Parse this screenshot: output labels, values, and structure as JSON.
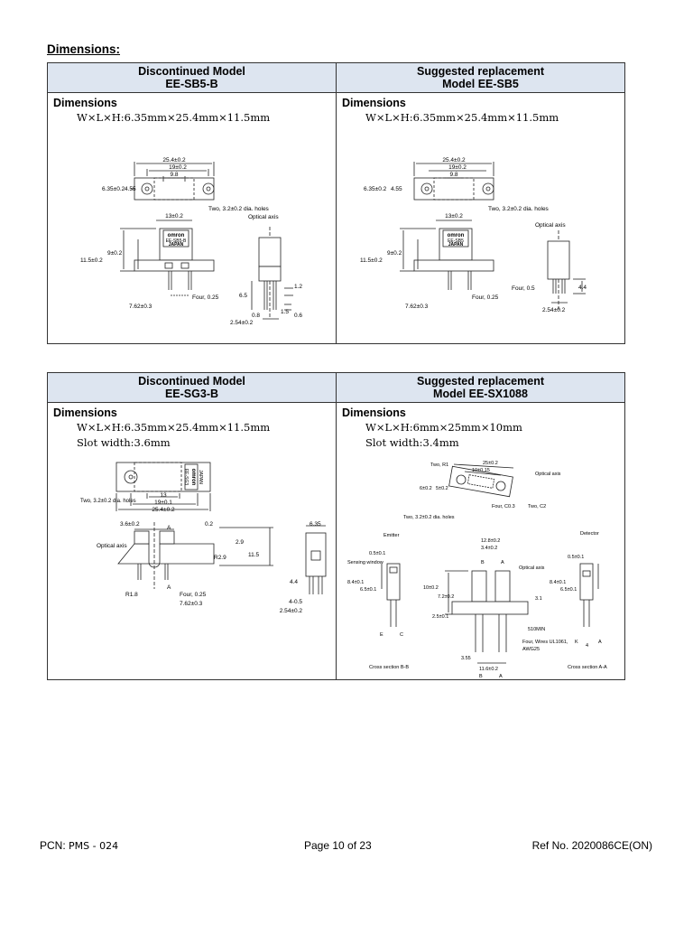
{
  "heading": "Dimensions:",
  "tables": [
    {
      "left_header": [
        "Discontinued Model",
        "EE-SB5-B"
      ],
      "right_header": [
        "Suggested replacement",
        "Model EE-SB5"
      ],
      "left_title": "Dimensions",
      "left_lines": [
        "W×L×H:6.35mm×25.4mm×11.5mm"
      ],
      "right_title": "Dimensions",
      "right_lines": [
        "W×L×H:6.35mm×25.4mm×11.5mm"
      ]
    },
    {
      "left_header": [
        "Discontinued Model",
        "EE-SG3-B"
      ],
      "right_header": [
        "Suggested replacement",
        "Model EE-SX1088"
      ],
      "left_title": "Dimensions",
      "left_lines": [
        "W×L×H:6.35mm×25.4mm×11.5mm",
        "Slot width:3.6mm"
      ],
      "right_title": "Dimensions",
      "right_lines": [
        "W×L×H:6mm×25mm×10mm",
        "Slot width:3.4mm"
      ]
    }
  ],
  "drawing_sb5": {
    "d_25_4": "25.4±0.2",
    "d_19": "19±0.2",
    "d_9_8": "9.8",
    "d_6_35": "6.35±0.2",
    "d_4_55": "4.55",
    "holes": "Two, 3.2±0.2 dia. holes",
    "d_13": "13±0.2",
    "optical_axis": "Optical axis",
    "d_9": "9±0.2",
    "d_11_5": "11.5±0.2",
    "brand": "omron",
    "model_b": "EE-SB5-B",
    "model": "EE-SB5",
    "japan": "JAPAN",
    "d_6_5": "6.5",
    "d_1_2": "1.2",
    "d_4_4": "4.4",
    "four": "Four, 0.25",
    "four_05": "Four, 0.5",
    "d_0_8": "0.8",
    "d_1_5": "1.5",
    "d_0_6": "0.6",
    "d_7_62": "7.62±0.3",
    "d_2_54": "2.54±0.2"
  },
  "drawing_sg3": {
    "brand": "omron",
    "model": "EE-SG3",
    "japan": "JAPAN",
    "holes": "Two, 3.2±0.2 dia. holes",
    "d_13": "13",
    "d_19": "19±0.1",
    "d_25_4": "25.4±0.2",
    "d_3_6": "3.6±0.2",
    "a": "A",
    "d_0_2": "0.2",
    "d_2_9": "2.9",
    "d_6_35": "6.35",
    "optical_axis": "Optical axis",
    "r2_9": "R2.9",
    "d_11_5": "11.5",
    "d_4_4": "4.4",
    "r1_8": "R1.8",
    "four": "Four, 0.25",
    "d_0_5": "4-0.5",
    "d_7_62": "7.62±0.3",
    "d_2_54": "2.54±0.2"
  },
  "drawing_sx1088": {
    "two_r1": "Two, R1",
    "d_25": "25±0.2",
    "d_10": "10±0.15",
    "optical_axis": "Optical axis",
    "d_6": "6±0.2",
    "d_5": "5±0.2",
    "four_c03": "Four, C0.3",
    "two_c2": "Two, C2",
    "holes": "Two, 3.2±0.2 dia. holes",
    "emitter": "Emitter",
    "detector": "Detector",
    "d_12_8": "12.8±0.2",
    "d_3_4": "3.4±0.2",
    "d_0_5a": "0.5±0.1",
    "d_0_5b": "0.5±0.1",
    "sensing_window": "Sensing window",
    "b": "B",
    "a": "A",
    "d_8_4a": "8.4±0.1",
    "d_6_5a": "6.5±0.1",
    "d_10_b": "10±0.2",
    "d_7_2": "7.2±0.2",
    "d_3_1": "3.1",
    "d_8_4b": "8.4±0.1",
    "d_6_5b": "6.5±0.1",
    "d_2_5": "2.5±0.1",
    "e": "E",
    "c": "C",
    "k": "K",
    "a2": "A",
    "d_4": "4",
    "min510": "510MIN",
    "wires": "Four, Wires UL1061,",
    "awg": "AWG25",
    "d_3_55": "3.55",
    "d_11_6": "11.6±0.2",
    "cs_bb": "Cross section B-B",
    "cs_aa": "Cross section A-A"
  },
  "footer": {
    "pcn_label": "PCN: ",
    "pcn_value": "PMS - 024",
    "page": "Page 10 of 23",
    "ref": "Ref No. 2020086CE(ON)"
  }
}
